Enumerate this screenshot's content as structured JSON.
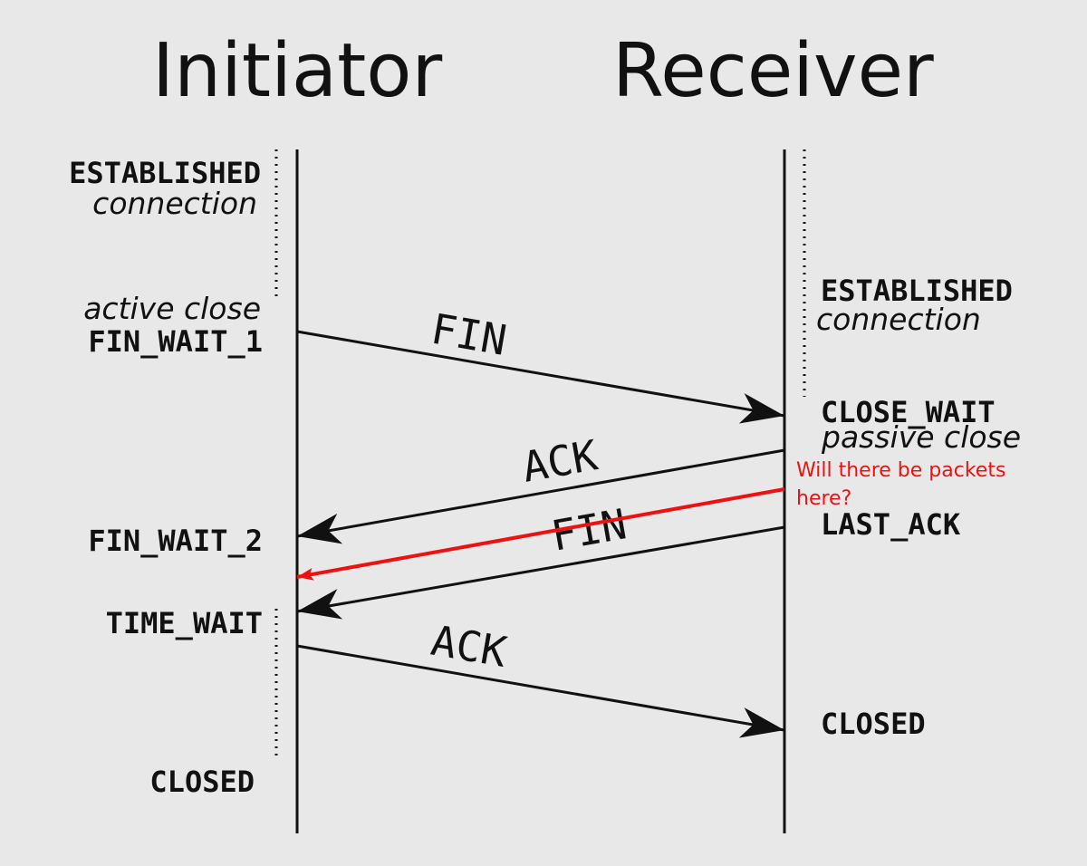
{
  "headers": {
    "initiator": "Initiator",
    "receiver": "Receiver"
  },
  "initiator_states": {
    "established": "ESTABLISHED",
    "established_sub": "connection",
    "active_close": "active close",
    "fin_wait_1": "FIN_WAIT_1",
    "fin_wait_2": "FIN_WAIT_2",
    "time_wait": "TIME_WAIT",
    "closed": "CLOSED"
  },
  "receiver_states": {
    "established": "ESTABLISHED",
    "established_sub": "connection",
    "close_wait": "CLOSE_WAIT",
    "passive_close": "passive close",
    "last_ack": "LAST_ACK",
    "closed": "CLOSED"
  },
  "messages": {
    "fin_1": "FIN",
    "ack_1": "ACK",
    "fin_2": "FIN",
    "ack_2": "ACK"
  },
  "annotation": {
    "line1": "Will there be packets",
    "line2": "here?",
    "color": "#ee1111"
  },
  "colors": {
    "background": "#e8e8e8",
    "ink": "#111111"
  }
}
